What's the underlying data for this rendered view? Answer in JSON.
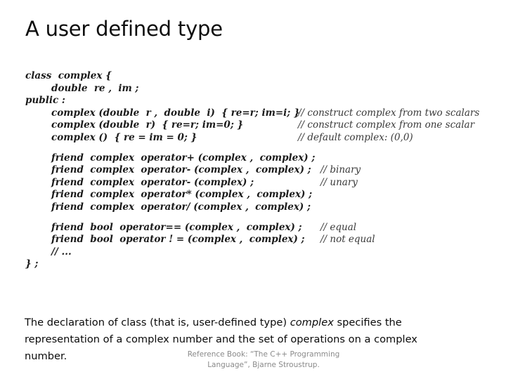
{
  "slide": {
    "title": "A user defined type"
  },
  "code": {
    "lines": [
      {
        "indent": 0,
        "text": "class  complex {",
        "comment": null,
        "comment_col": null
      },
      {
        "indent": 1,
        "text": "double  re ,  im ;",
        "comment": null,
        "comment_col": null
      },
      {
        "indent": 0,
        "text": "public :",
        "comment": null,
        "comment_col": null
      },
      {
        "indent": 1,
        "text": "complex (double  r ,  double  i)  { re=r; im=i; }",
        "comment": "// construct complex from two scalars",
        "comment_col": "a"
      },
      {
        "indent": 1,
        "text": "complex (double  r)  { re=r; im=0; }",
        "comment": "// construct complex from one scalar",
        "comment_col": "a"
      },
      {
        "indent": 1,
        "text": "complex ()  { re = im = 0; }",
        "comment": "// default complex: (0,0)",
        "comment_col": "a"
      },
      {
        "indent": 1,
        "text": "",
        "comment": null,
        "comment_col": null,
        "gap": true
      },
      {
        "indent": 1,
        "text": "friend  complex  operator+ (complex ,  complex) ;",
        "comment": null,
        "comment_col": null
      },
      {
        "indent": 1,
        "text": "friend  complex  operator- (complex ,  complex) ;",
        "comment": "// binary",
        "comment_col": "b"
      },
      {
        "indent": 1,
        "text": "friend  complex  operator- (complex) ;",
        "comment": "// unary",
        "comment_col": "b"
      },
      {
        "indent": 1,
        "text": "friend  complex  operator* (complex ,  complex) ;",
        "comment": null,
        "comment_col": null
      },
      {
        "indent": 1,
        "text": "friend  complex  operator/ (complex ,  complex) ;",
        "comment": null,
        "comment_col": null
      },
      {
        "indent": 1,
        "text": "",
        "comment": null,
        "comment_col": null,
        "gap": true
      },
      {
        "indent": 1,
        "text": "friend  bool  operator== (complex ,  complex) ;",
        "comment": "// equal",
        "comment_col": "b"
      },
      {
        "indent": 1,
        "text": "friend  bool  operator ! = (complex ,  complex) ;",
        "comment": "// not equal",
        "comment_col": "b"
      },
      {
        "indent": 1,
        "text": "// ...",
        "comment": null,
        "comment_col": null
      },
      {
        "indent": 0,
        "text": "} ;",
        "comment": null,
        "comment_col": null
      }
    ]
  },
  "body": {
    "part1": "The declaration of class (that is, user-defined type) ",
    "emphasis": "complex",
    "part2": " specifies the representation of a complex number and the set of operations on a complex number."
  },
  "reference": {
    "line1": "Reference Book: “The C++ Programming",
    "line2": "Language”, Bjarne Stroustrup."
  }
}
